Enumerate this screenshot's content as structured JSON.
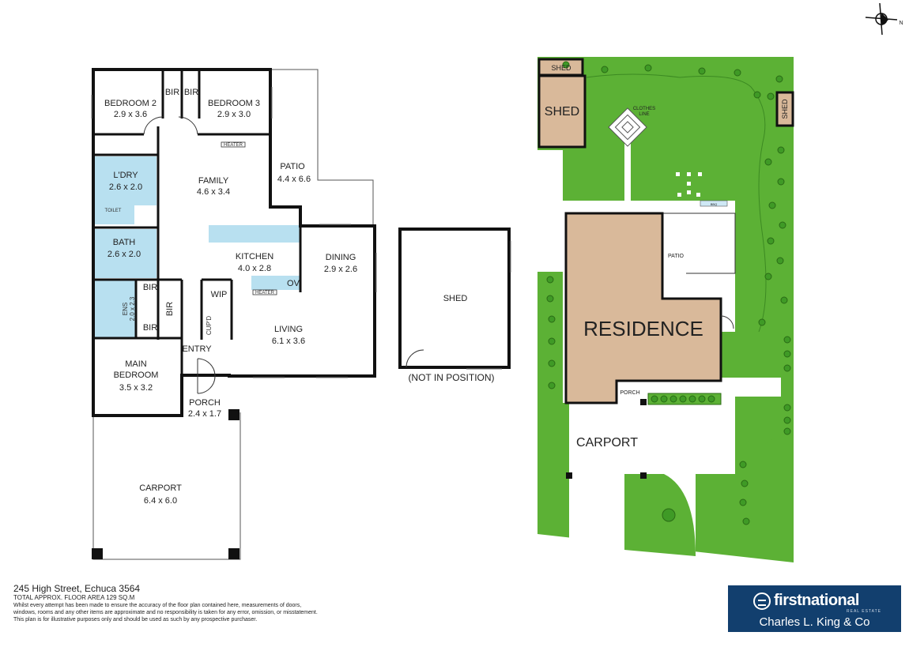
{
  "floor_plan": {
    "rooms": {
      "bedroom2": {
        "name": "BEDROOM 2",
        "size": "2.9 x 3.6"
      },
      "bedroom3": {
        "name": "BEDROOM 3",
        "size": "2.9 x 3.0"
      },
      "bir": "BIR",
      "heater": "HEATER",
      "laundry": {
        "name": "L'DRY",
        "size": "2.6 x 2.0"
      },
      "family": {
        "name": "FAMILY",
        "size": "4.6 x 3.4"
      },
      "patio": {
        "name": "PATIO",
        "size": "4.4 x 6.6"
      },
      "toilet": "TOILET",
      "bath": {
        "name": "BATH",
        "size": "2.6 x 2.0"
      },
      "kitchen": {
        "name": "KITCHEN",
        "size": "4.0 x 2.8"
      },
      "dining": {
        "name": "DINING",
        "size": "2.9 x 2.6"
      },
      "oven": "OV",
      "wip": "WIP",
      "ensuite": {
        "name": "ENS",
        "size": "2.0 x 2.3"
      },
      "cupboard": "CUP'D",
      "living": {
        "name": "LIVING",
        "size": "6.1 x 3.6"
      },
      "entry": "ENTRY",
      "main_bedroom": {
        "line1": "MAIN",
        "line2": "BEDROOM",
        "size": "3.5 x 3.2"
      },
      "porch": {
        "name": "PORCH",
        "size": "2.4 x 1.7"
      },
      "carport": {
        "name": "CARPORT",
        "size": "6.4 x 6.0"
      }
    },
    "shed": {
      "name": "SHED",
      "note": "(NOT IN POSITION)"
    }
  },
  "site_plan": {
    "residence": "RESIDENCE",
    "shed": "SHED",
    "clothes_line": {
      "line1": "CLOTHES",
      "line2": "LINE"
    },
    "bbq": "BBQ",
    "patio": "PATIO",
    "porch": "PORCH",
    "carport": "CARPORT",
    "north": "N"
  },
  "property": {
    "address": "245 High Street, Echuca 3564",
    "floor_area": "TOTAL APPROX. FLOOR AREA 129 SQ.M",
    "disclaimer_1": "Whilst every attempt has been made to ensure the accuracy of the floor plan contained here, measurements of doors,",
    "disclaimer_2": "windows, rooms and any other items are approximate and no responsibility is taken for any error, omission, or misstatement.",
    "disclaimer_3": "This plan is for illustrative purposes only and should be used as such by any prospective purchaser."
  },
  "agency": {
    "brand": "firstnational",
    "sub": "REAL ESTATE",
    "office": "Charles L. King & Co"
  },
  "colors": {
    "wall": "#111111",
    "wet_area": "#b8e0f0",
    "lawn": "#5cb135",
    "residence_fill": "#d9b99a",
    "shed_fill": "#d9b99a",
    "logo_bg": "#123f6e"
  }
}
